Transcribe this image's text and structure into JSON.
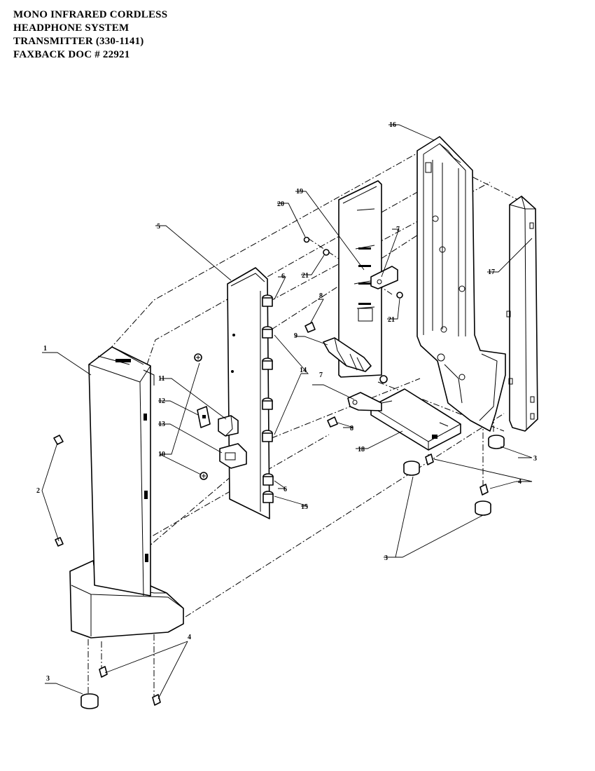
{
  "title": {
    "line1": "MONO INFRARED CORDLESS",
    "line2": "HEADPHONE SYSTEM",
    "line3": "TRANSMITTER  (330-1141)",
    "line4": "FAXBACK DOC # 22921"
  },
  "callouts": {
    "c1": "1",
    "c2": "2",
    "c3a": "3",
    "c3b": "3",
    "c3c": "3",
    "c4a": "4",
    "c4b": "4",
    "c5": "5",
    "c6a": "6",
    "c6b": "6",
    "c7a": "7",
    "c7b": "7",
    "c8a": "8",
    "c8b": "8",
    "c9": "9",
    "c10": "10",
    "c11": "11",
    "c12": "12",
    "c13": "13",
    "c14": "14",
    "c15": "15",
    "c16": "16",
    "c17": "17",
    "c18": "18",
    "c19": "19",
    "c20": "20",
    "c21a": "21",
    "c21b": "21"
  }
}
